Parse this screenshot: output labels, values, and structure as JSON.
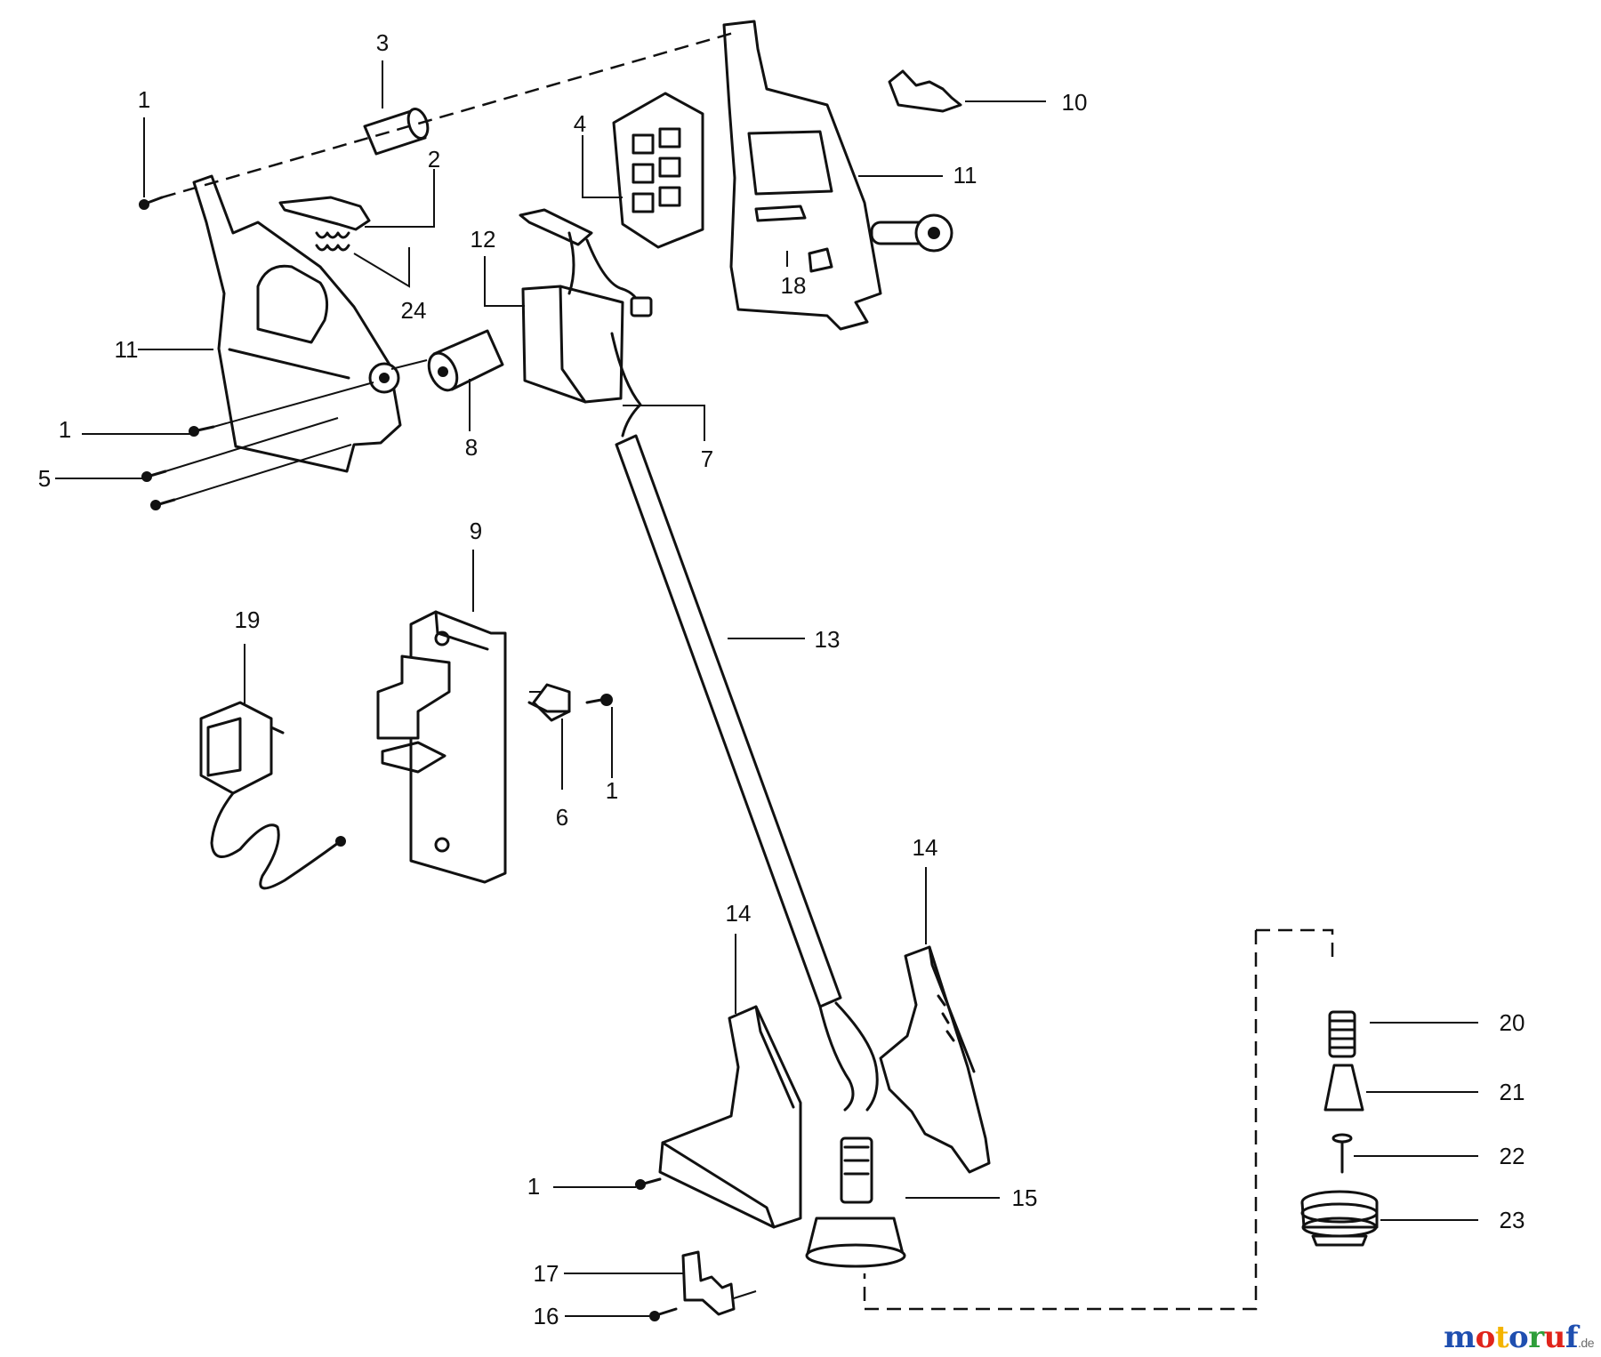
{
  "diagram": {
    "callouts": [
      "1",
      "2",
      "3",
      "4",
      "5",
      "6",
      "7",
      "8",
      "9",
      "10",
      "11",
      "12",
      "13",
      "14",
      "15",
      "16",
      "17",
      "18",
      "19",
      "20",
      "21",
      "22",
      "23",
      "24"
    ]
  },
  "watermark": {
    "letters": [
      "m",
      "o",
      "t",
      "o",
      "r",
      "u",
      "f"
    ],
    "colors": [
      "#1f4fb0",
      "#e0241b",
      "#f4b400",
      "#1f4fb0",
      "#2e9e3a",
      "#e0241b",
      "#1f4fb0"
    ],
    "suffix": ".de"
  }
}
